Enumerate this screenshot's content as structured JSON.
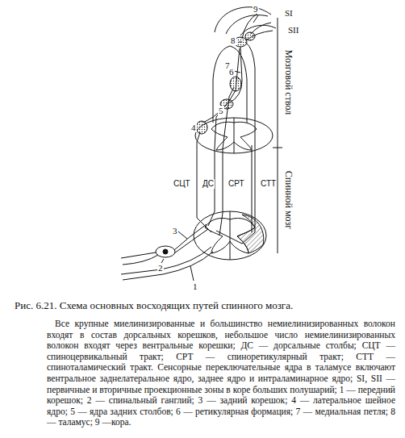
{
  "diagram": {
    "title": "Рис. 6.21. Схема основных восходящих путей спинного мозга.",
    "caption": "Все крупные миелинизированные и большинство немиелинизированных волокон входят в состав дорсальных корешков, небольшое число немиелинизированных волокон входят через вентральные корешки; ДС — дорсальные столбы; СЦТ — спиноцервикальный тракт; СРТ — спиноретикулярный тракт; СТТ — спиноталамический тракт. Сенсорные переключательные ядра в таламусе включают вентральное заднелатеральное ядро, заднее ядро и интраламинарное ядро; SI, SII — первичные и вторичные проекционные зоны в коре больших полушарий; 1 — передний корешок; 2 — спинальный ганглий; 3 — задний корешок; 4 — латеральное шейное ядро; 5 — ядра задних столбов; 6 — ретикулярная формация; 7 — медиальная петля; 8 — таламус; 9 —кора.",
    "labels": [
      "9",
      "SI",
      "SII",
      "8",
      "7",
      "6",
      "5",
      "4",
      "СЦТ",
      "ДС",
      "СРТ",
      "СТТ",
      "3",
      "2",
      "1",
      "Мозговой ствол",
      "Спинной мозг"
    ]
  }
}
